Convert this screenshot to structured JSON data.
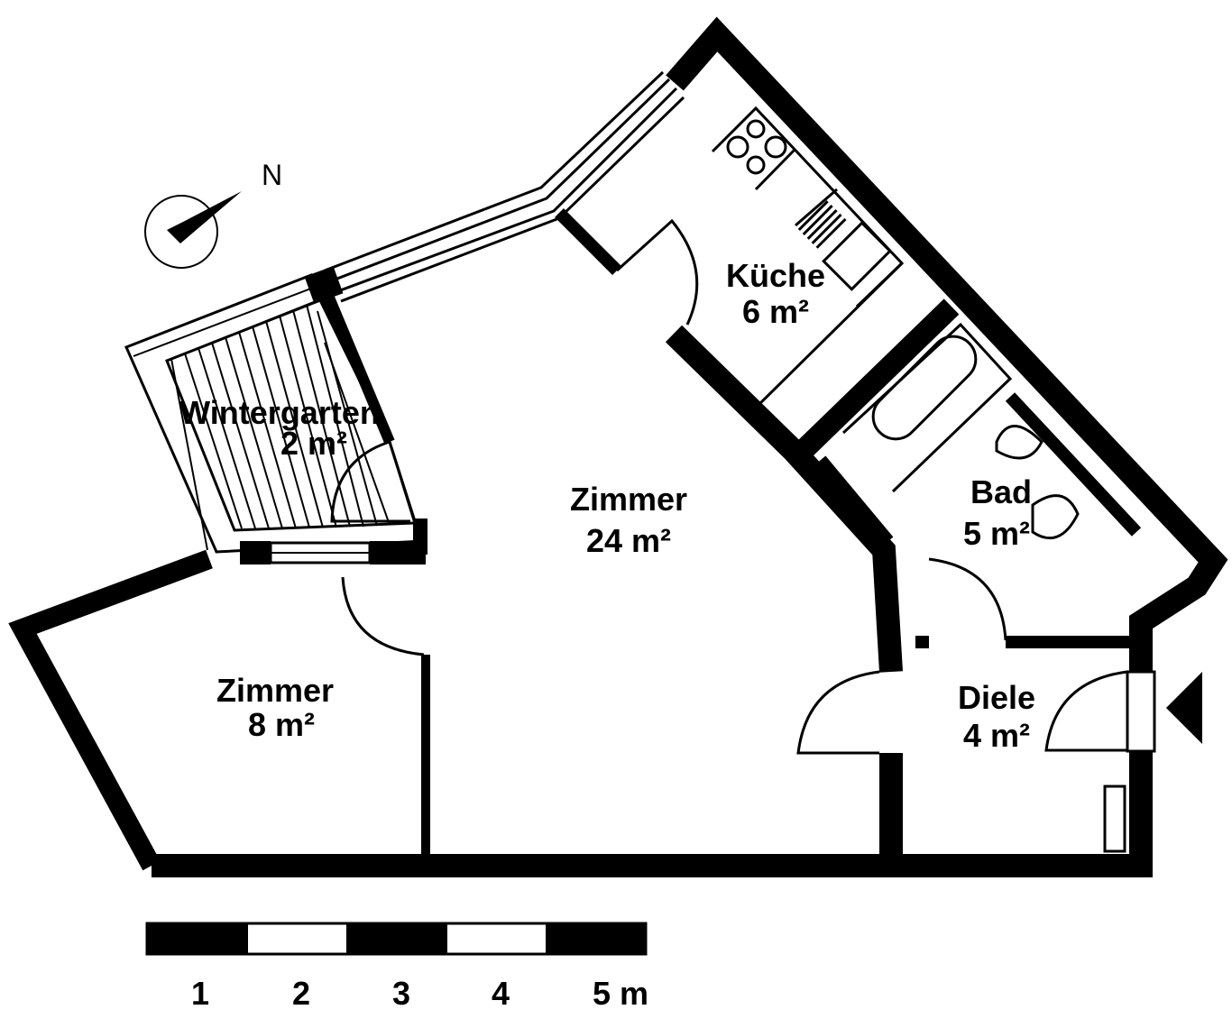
{
  "compass": {
    "north": "N"
  },
  "rooms": {
    "wintergarten": {
      "name": "Wintergarten",
      "area": "2 m²"
    },
    "kueche": {
      "name": "Küche",
      "area": "6 m²"
    },
    "zimmer_gross": {
      "name": "Zimmer",
      "area": "24 m²"
    },
    "zimmer_klein": {
      "name": "Zimmer",
      "area": "8 m²"
    },
    "bad": {
      "name": "Bad",
      "area": "5 m²"
    },
    "diele": {
      "name": "Diele",
      "area": "4 m²"
    }
  },
  "scale": {
    "ticks": [
      "1",
      "2",
      "3",
      "4",
      "5 m"
    ]
  },
  "colors": {
    "wall": "#000000",
    "background": "#ffffff"
  }
}
